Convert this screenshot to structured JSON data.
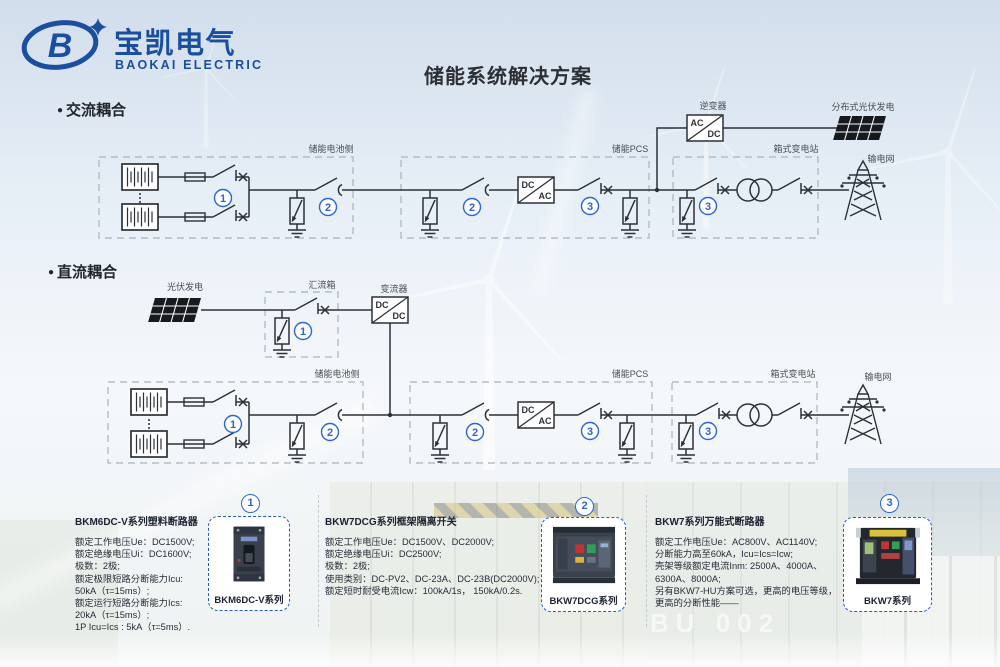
{
  "brand": {
    "name_cn": "宝凯电气",
    "name_en": "BAOKAI ELECTRIC"
  },
  "page": {
    "title": "储能系统解决方案"
  },
  "sections": {
    "bullet": "●",
    "ac_label": "交流耦合",
    "dc_label": "直流耦合"
  },
  "diagram": {
    "conv": {
      "ac": "AC",
      "dc": "DC"
    },
    "markers": {
      "m1": "1",
      "m2": "2",
      "m3": "3"
    },
    "ac_row": {
      "battery_side": "储能电池侧",
      "pcs": "储能PCS",
      "inverter": "逆变器",
      "pv": "分布式光伏发电",
      "substation": "箱式变电站",
      "grid": "输电网"
    },
    "dc_row": {
      "pv": "光伏发电",
      "combiner": "汇流箱",
      "converter": "变流器",
      "battery_side": "储能电池侧",
      "pcs": "储能PCS",
      "substation": "箱式变电站",
      "grid": "输电网"
    }
  },
  "products": [
    {
      "ref": "1",
      "title": "BKM6DC-V系列塑料断路器",
      "card_label": "BKM6DC-V系列",
      "specs": [
        "额定工作电压Ue：DC1500V;",
        "额定绝缘电压Ui：DC1600V;",
        "极数：2极;",
        "额定极限短路分断能力Icu:",
        "50kA（τ=15ms）;",
        "额定运行短路分断能力Ics:",
        "20kA（τ=15ms）;",
        "1P Icu=Ics : 5kA（τ=5ms）."
      ]
    },
    {
      "ref": "2",
      "title": "BKW7DCG系列框架隔离开关",
      "card_label": "BKW7DCG系列",
      "specs": [
        "额定工作电压Ue：DC1500V、DC2000V;",
        "额定绝缘电压Ui：DC2500V;",
        "极数：2极;",
        "使用类别：DC-PV2、DC-23A、DC-23B(DC2000V);",
        "额定短时耐受电流Icw：100kA/1s， 150kA/0.2s."
      ]
    },
    {
      "ref": "3",
      "title": "BKW7系列万能式断路器",
      "card_label": "BKW7系列",
      "specs": [
        "额定工作电压Ue：AC800V、AC1140V;",
        "分断能力高至60kA，Icu=Ics=Icw;",
        "壳架等级额定电流Inm: 2500A、4000A、",
        "6300A、8000A;",
        "另有BKW7-HU方案可选，更高的电压等级，",
        "更高的分断性能——"
      ]
    }
  ],
  "background": {
    "container_code": "BU 002"
  },
  "colors": {
    "brand_blue": "#1a4e9e",
    "marker_blue": "#2a65d9",
    "circuit_line": "#2b3138",
    "dashed_box": "#a9b3bd",
    "card_border": "#2458c8",
    "text_dark": "#272c38"
  }
}
